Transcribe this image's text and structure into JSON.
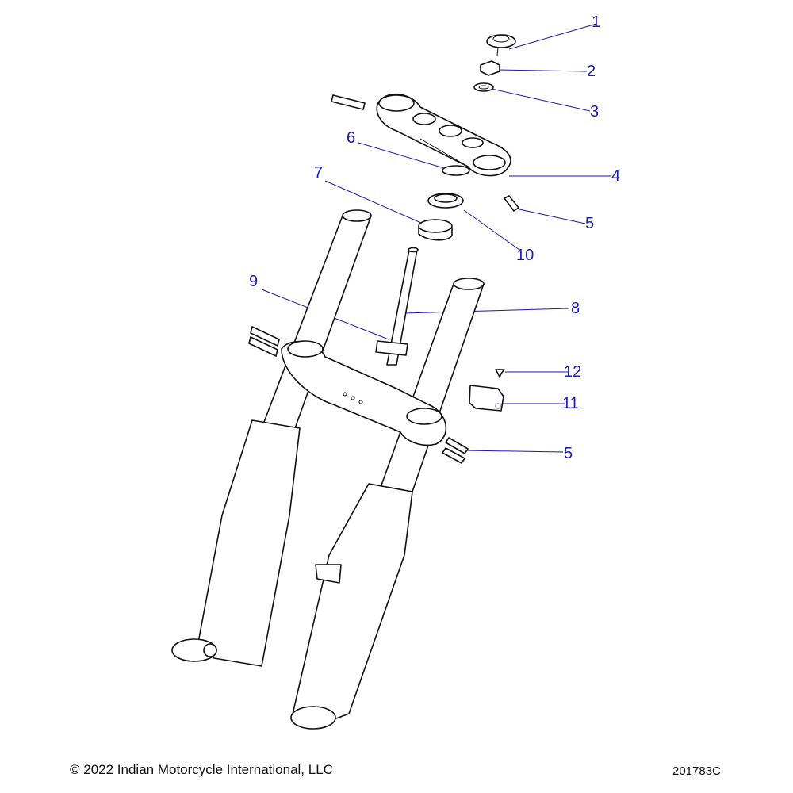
{
  "diagram": {
    "callouts": [
      "1",
      "2",
      "3",
      "4",
      "5",
      "6",
      "7",
      "10",
      "9",
      "8",
      "12",
      "11",
      "5"
    ]
  },
  "footer": {
    "copyright": "© 2022 Indian Motorcycle International, LLC",
    "diagram_id": "201783C"
  },
  "colors": {
    "callout": "#1a1ab4",
    "leader": "#1a1aa8"
  }
}
